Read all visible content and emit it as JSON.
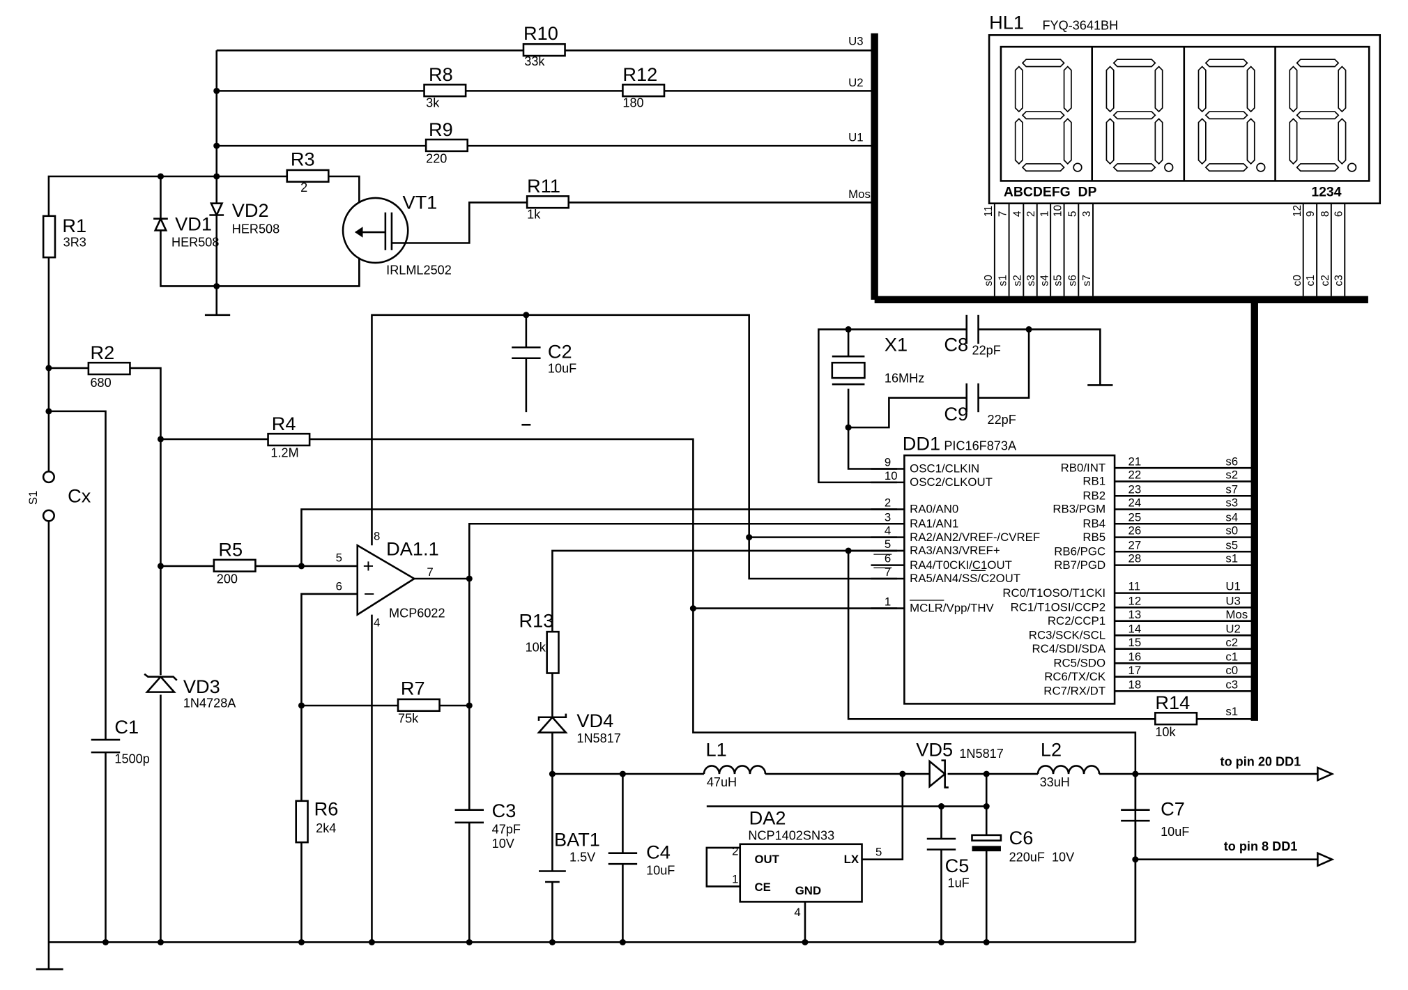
{
  "diagram": {
    "components": {
      "R1": {
        "ref": "R1",
        "value": "3R3"
      },
      "R2": {
        "ref": "R2",
        "value": "680"
      },
      "R3": {
        "ref": "R3",
        "value": "2"
      },
      "R4": {
        "ref": "R4",
        "value": "1.2M"
      },
      "R5": {
        "ref": "R5",
        "value": "200"
      },
      "R6": {
        "ref": "R6",
        "value": "2k4"
      },
      "R7": {
        "ref": "R7",
        "value": "75k"
      },
      "R8": {
        "ref": "R8",
        "value": "3k"
      },
      "R9": {
        "ref": "R9",
        "value": "220"
      },
      "R10": {
        "ref": "R10",
        "value": "33k"
      },
      "R11": {
        "ref": "R11",
        "value": "1k"
      },
      "R12": {
        "ref": "R12",
        "value": "180"
      },
      "R13": {
        "ref": "R13",
        "value": "10k"
      },
      "R14": {
        "ref": "R14",
        "value": "10k"
      },
      "C1": {
        "ref": "C1",
        "value": "1500p"
      },
      "C2": {
        "ref": "C2",
        "value": "10uF"
      },
      "C3": {
        "ref": "C3",
        "value": "47pF",
        "value2": "10V"
      },
      "C4": {
        "ref": "C4",
        "value": "10uF"
      },
      "C5": {
        "ref": "C5",
        "value": "1uF"
      },
      "C6": {
        "ref": "C6",
        "value": "220uF  10V"
      },
      "C7": {
        "ref": "C7",
        "value": "10uF"
      },
      "C8": {
        "ref": "C8",
        "value": "22pF"
      },
      "C9": {
        "ref": "C9",
        "value": "22pF"
      },
      "VD1": {
        "ref": "VD1",
        "value": "HER508"
      },
      "VD2": {
        "ref": "VD2",
        "value": "HER508"
      },
      "VD3": {
        "ref": "VD3",
        "value": "1N4728A"
      },
      "VD4": {
        "ref": "VD4",
        "value": "1N5817"
      },
      "VD5": {
        "ref": "VD5",
        "value": "1N5817"
      },
      "VT1": {
        "ref": "VT1",
        "value": "IRLML2502"
      },
      "L1": {
        "ref": "L1",
        "value": "47uH"
      },
      "L2": {
        "ref": "L2",
        "value": "33uH"
      },
      "X1": {
        "ref": "X1",
        "value": "16MHz"
      },
      "S1": {
        "ref": "S1"
      },
      "BAT1": {
        "ref": "BAT1",
        "value": "1.5V"
      },
      "DA1": {
        "ref": "DA1.1",
        "value": "MCP6022"
      },
      "DA2": {
        "ref": "DA2",
        "value": "NCP1402SN33"
      },
      "DD1": {
        "ref": "DD1",
        "value": "PIC16F873A"
      },
      "HL1": {
        "ref": "HL1",
        "value": "FYQ-3641BH"
      }
    },
    "cx_label": "Cx",
    "opamp_pins": {
      "p8": "8",
      "p5": "5",
      "p6": "6",
      "p7": "7",
      "p4": "4",
      "plus": "+",
      "minus": "−"
    },
    "da2_pins": {
      "out": "OUT",
      "ce": "CE",
      "gnd": "GND",
      "lx": "LX",
      "p2": "2",
      "p1": "1",
      "p4": "4",
      "p5": "5"
    },
    "bus_nets": {
      "u3": "U3",
      "u2": "U2",
      "u1": "U1",
      "mos": "Mos"
    },
    "display": {
      "segments_label": "ABCDEFG  DP",
      "digits_label": "1234",
      "seg_pins": [
        "11",
        "7",
        "4",
        "2",
        "1",
        "10",
        "5",
        "3"
      ],
      "seg_nets": [
        "s0",
        "s1",
        "s2",
        "s3",
        "s4",
        "s5",
        "s6",
        "s7"
      ],
      "dig_pins": [
        "12",
        "9",
        "8",
        "6"
      ],
      "dig_nets": [
        "c0",
        "c1",
        "c2",
        "c3"
      ]
    },
    "mcu_left": [
      {
        "num": "9",
        "name": "OSC1/CLKIN"
      },
      {
        "num": "10",
        "name": "OSC2/CLKOUT"
      },
      {
        "num": "2",
        "name": "RA0/AN0"
      },
      {
        "num": "3",
        "name": "RA1/AN1"
      },
      {
        "num": "4",
        "name": "RA2/AN2/VREF-/CVREF"
      },
      {
        "num": "5",
        "name": "RA3/AN3/VREF+"
      },
      {
        "num": "6",
        "name": "RA4/T0CKI/C1OUT"
      },
      {
        "num": "7",
        "name": "RA5/AN4/SS/C2OUT"
      },
      {
        "num": "1",
        "name": "MCLR/Vpp/THV"
      }
    ],
    "mcu_right": [
      {
        "num": "21",
        "name": "RB0/INT",
        "net": "s6"
      },
      {
        "num": "22",
        "name": "RB1",
        "net": "s2"
      },
      {
        "num": "23",
        "name": "RB2",
        "net": "s7"
      },
      {
        "num": "24",
        "name": "RB3/PGM",
        "net": "s3"
      },
      {
        "num": "25",
        "name": "RB4",
        "net": "s4"
      },
      {
        "num": "26",
        "name": "RB5",
        "net": "s0"
      },
      {
        "num": "27",
        "name": "RB6/PGC",
        "net": "s5"
      },
      {
        "num": "28",
        "name": "RB7/PGD",
        "net": "s1"
      },
      {
        "num": "11",
        "name": "RC0/T1OSO/T1CKI",
        "net": "U1"
      },
      {
        "num": "12",
        "name": "RC1/T1OSI/CCP2",
        "net": "U3"
      },
      {
        "num": "13",
        "name": "RC2/CCP1",
        "net": "Mos"
      },
      {
        "num": "14",
        "name": "RC3/SCK/SCL",
        "net": "U2"
      },
      {
        "num": "15",
        "name": "RC4/SDI/SDA",
        "net": "c2"
      },
      {
        "num": "16",
        "name": "RC5/SDO",
        "net": "c1"
      },
      {
        "num": "17",
        "name": "RC6/TX/CK",
        "net": "c0"
      },
      {
        "num": "18",
        "name": "RC7/RX/DT",
        "net": "c3"
      }
    ],
    "r14_net": "s1",
    "outputs": {
      "pin20": "to pin 20 DD1",
      "pin8": "to pin 8 DD1"
    }
  }
}
